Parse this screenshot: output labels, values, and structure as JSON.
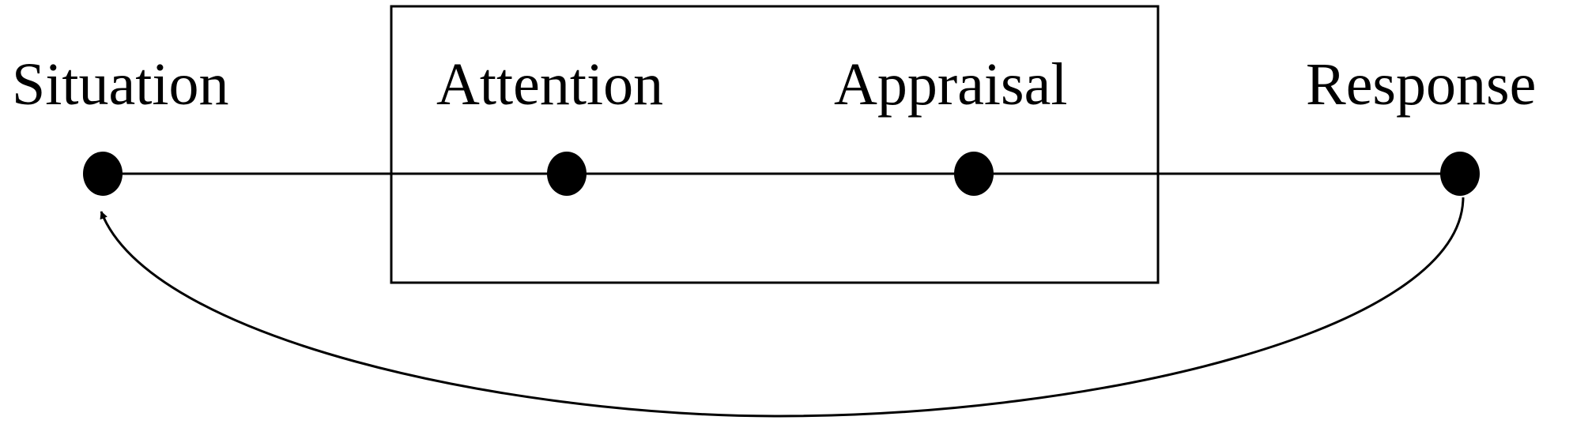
{
  "diagram": {
    "stages": [
      {
        "label": "Situation"
      },
      {
        "label": "Attention"
      },
      {
        "label": "Appraisal"
      },
      {
        "label": "Response"
      }
    ],
    "colors": {
      "line": "#000000",
      "background": "#ffffff"
    }
  }
}
